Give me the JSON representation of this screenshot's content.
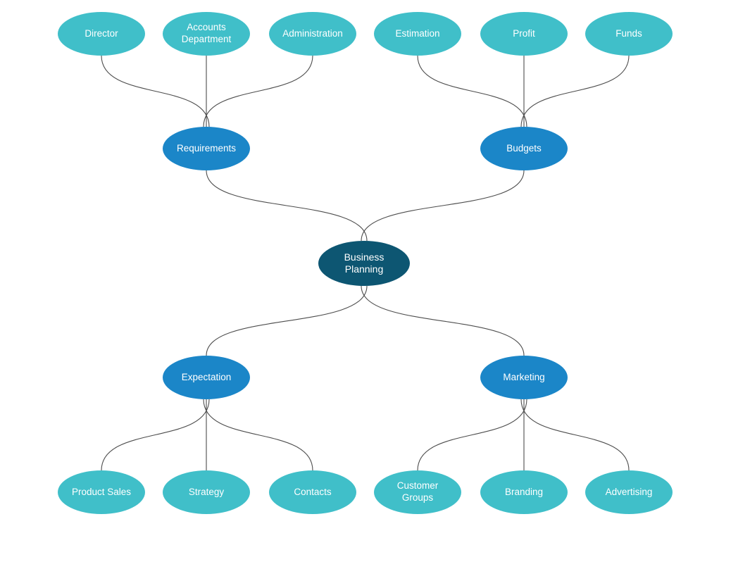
{
  "diagram": {
    "type": "mindmap",
    "colors": {
      "root_fill": "#0d5672",
      "branch_fill": "#1b86c8",
      "leaf_fill": "#40bfc9",
      "connector": "#4d4d4d",
      "text": "#ffffff",
      "background": "#ffffff"
    },
    "edges": [
      {
        "from": "requirements",
        "to": "director"
      },
      {
        "from": "requirements",
        "to": "accounts_department"
      },
      {
        "from": "requirements",
        "to": "administration"
      },
      {
        "from": "budgets",
        "to": "estimation"
      },
      {
        "from": "budgets",
        "to": "profit"
      },
      {
        "from": "budgets",
        "to": "funds"
      },
      {
        "from": "business_planning",
        "to": "requirements"
      },
      {
        "from": "business_planning",
        "to": "budgets"
      },
      {
        "from": "business_planning",
        "to": "expectation"
      },
      {
        "from": "business_planning",
        "to": "marketing"
      },
      {
        "from": "expectation",
        "to": "product_sales"
      },
      {
        "from": "expectation",
        "to": "strategy"
      },
      {
        "from": "expectation",
        "to": "contacts"
      },
      {
        "from": "marketing",
        "to": "customer_groups"
      },
      {
        "from": "marketing",
        "to": "branding"
      },
      {
        "from": "marketing",
        "to": "advertising"
      }
    ]
  },
  "nodes": {
    "business_planning": {
      "label": "Business Planning",
      "level": "root"
    },
    "requirements": {
      "label": "Requirements",
      "level": "branch"
    },
    "budgets": {
      "label": "Budgets",
      "level": "branch"
    },
    "expectation": {
      "label": "Expectation",
      "level": "branch"
    },
    "marketing": {
      "label": "Marketing",
      "level": "branch"
    },
    "director": {
      "label": "Director",
      "level": "leaf"
    },
    "accounts_department": {
      "label": "Accounts Department",
      "level": "leaf"
    },
    "administration": {
      "label": "Administration",
      "level": "leaf"
    },
    "estimation": {
      "label": "Estimation",
      "level": "leaf"
    },
    "profit": {
      "label": "Profit",
      "level": "leaf"
    },
    "funds": {
      "label": "Funds",
      "level": "leaf"
    },
    "product_sales": {
      "label": "Product Sales",
      "level": "leaf"
    },
    "strategy": {
      "label": "Strategy",
      "level": "leaf"
    },
    "contacts": {
      "label": "Contacts",
      "level": "leaf"
    },
    "customer_groups": {
      "label": "Customer Groups",
      "level": "leaf"
    },
    "branding": {
      "label": "Branding",
      "level": "leaf"
    },
    "advertising": {
      "label": "Advertising",
      "level": "leaf"
    }
  }
}
